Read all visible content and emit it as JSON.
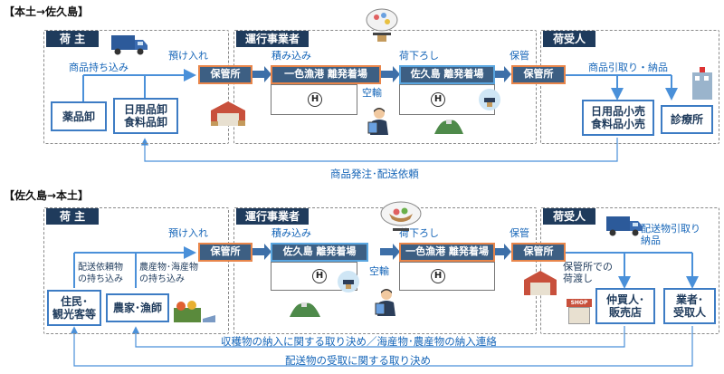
{
  "top": {
    "section_title": "【本土→佐久島】",
    "shipper_header": "荷 主",
    "operator_header": "運行事業者",
    "receiver_header": "荷受人",
    "label_bring": "商品持ち込み",
    "label_deposit": "預け入れ",
    "label_load": "積み込み",
    "label_unload": "荷下ろし",
    "label_storage": "保管",
    "label_pickup": "商品引取り・納品",
    "label_airlift": "空輸",
    "storage1": "保管所",
    "storage2": "保管所",
    "port_from": "一色漁港 離発着場",
    "port_to": "佐久島 離発着場",
    "box_pharma": "薬品卸",
    "box_daily_wholesale": "日用品卸\n食料品卸",
    "box_daily_retail": "日用品小売\n食料品小売",
    "box_clinic": "診療所",
    "heli_mark": "H",
    "bottom_label": "商品発注･配送依頼"
  },
  "bottom": {
    "section_title": "【佐久島→本土】",
    "shipper_header": "荷 主",
    "operator_header": "運行事業者",
    "receiver_header": "荷受人",
    "label_deposit": "預け入れ",
    "label_load": "積み込み",
    "label_unload": "荷下ろし",
    "label_storage": "保管",
    "label_delivery_pickup": "配送物引取り\n納品",
    "label_airlift": "空輸",
    "label_request_bring": "配送依頼物\nの持ち込み",
    "label_produce_bring": "農産物･海産物\nの持ち込み",
    "label_handover": "保管所での\n荷渡し",
    "storage1": "保管所",
    "storage2": "保管所",
    "port_from": "佐久島 離発着場",
    "port_to": "一色漁港 離発着場",
    "box_residents": "住民･\n観光客等",
    "box_farmers": "農家･漁師",
    "box_broker": "仲買人･\n販売店",
    "box_business": "業者･\n受取人",
    "heli_mark": "H",
    "shop_sign": "SHOP",
    "bottom_label1": "収穫物の納入に関する取り決め／海産物･農産物の納入連絡",
    "bottom_label2": "配送物の受取に関する取り決め"
  },
  "colors": {
    "navy": "#1f3b5c",
    "blue_arrow": "#4a90d9",
    "orange_border": "#e8854a",
    "box_border": "#3d7cc4",
    "dash": "#8a8a8a"
  }
}
